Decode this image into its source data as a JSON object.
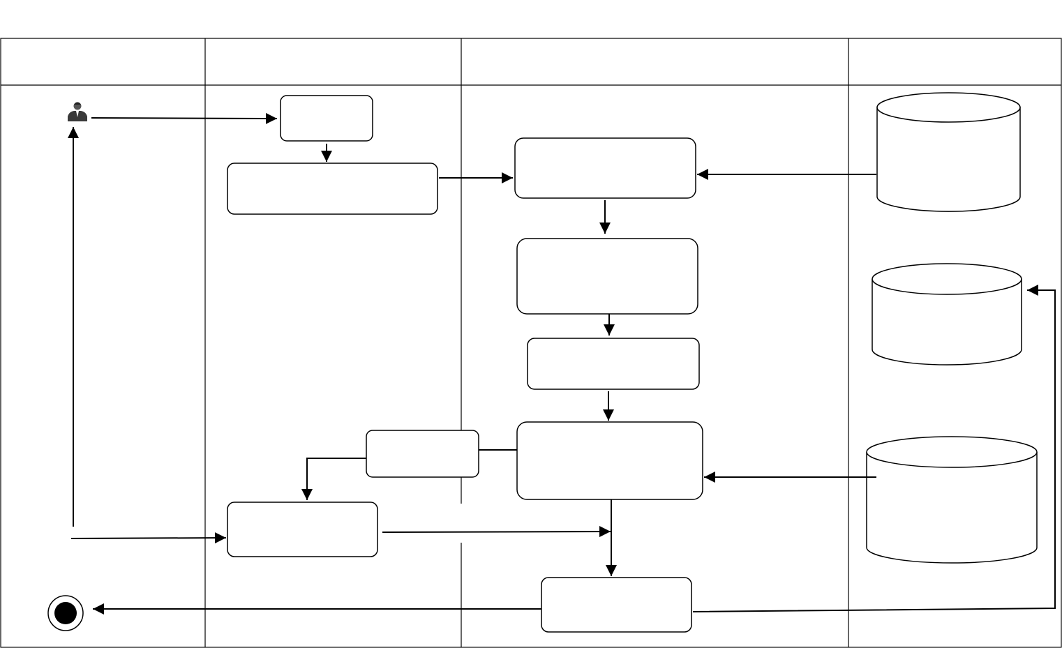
{
  "diagram": {
    "type": "swimlane activity diagram",
    "lanes": [
      {
        "id": "lane-1",
        "title": ""
      },
      {
        "id": "lane-2",
        "title": ""
      },
      {
        "id": "lane-3",
        "title": ""
      },
      {
        "id": "lane-4",
        "title": ""
      }
    ],
    "nodes": {
      "actor": {
        "label": "",
        "icon": "user-icon"
      },
      "start_box": {
        "label": ""
      },
      "lane2_box_1": {
        "label": ""
      },
      "lane2_small_box": {
        "label": ""
      },
      "lane2_bottom_box": {
        "label": ""
      },
      "lane3_box_1": {
        "label": ""
      },
      "lane3_box_2": {
        "label": ""
      },
      "lane3_box_3": {
        "label": ""
      },
      "lane3_box_4": {
        "label": ""
      },
      "lane3_final_box": {
        "label": ""
      },
      "db_1": {
        "label": ""
      },
      "db_2": {
        "label": ""
      },
      "db_3": {
        "label": ""
      },
      "end_node": {
        "label": ""
      }
    }
  },
  "colors": {
    "stroke": "#000000",
    "background": "#ffffff"
  }
}
